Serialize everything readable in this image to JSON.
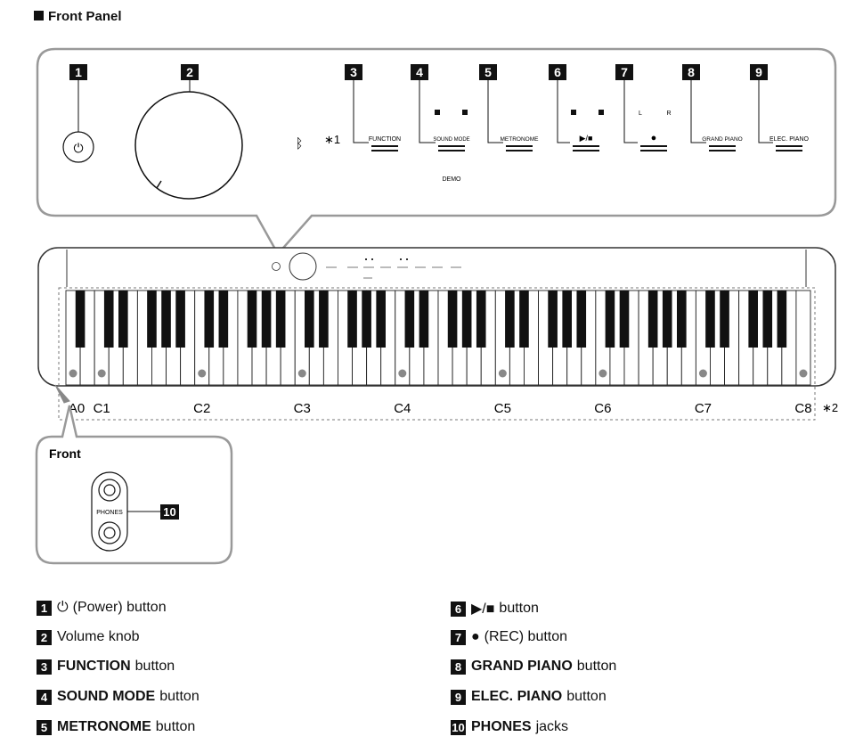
{
  "title": "Front Panel",
  "panel": {
    "callout_numbers": [
      "1",
      "2",
      "3",
      "4",
      "5",
      "6",
      "7",
      "8",
      "9"
    ],
    "button_labels": {
      "function": "FUNCTION",
      "sound_mode": "SOUND MODE",
      "metronome": "METRONOME",
      "play_stop": "▶/■",
      "rec": "●",
      "grand_piano": "GRAND PIANO",
      "elec_piano": "ELEC. PIANO"
    },
    "demo": "DEMO",
    "lr": [
      "L",
      "R"
    ],
    "note1": "∗1",
    "power_symbol": "⏻"
  },
  "keyboard": {
    "note_labels": [
      "A0",
      "C1",
      "C2",
      "C3",
      "C4",
      "C5",
      "C6",
      "C7",
      "C8"
    ],
    "note2": "∗2"
  },
  "front": {
    "title": "Front",
    "jack_label": "PHONES",
    "callout": "10"
  },
  "legend": [
    {
      "num": "1",
      "pre": "⏻",
      "bold": "",
      "text": "(Power) button"
    },
    {
      "num": "2",
      "pre": "",
      "bold": "",
      "text": "Volume knob"
    },
    {
      "num": "3",
      "pre": "",
      "bold": "FUNCTION",
      "text": "button"
    },
    {
      "num": "4",
      "pre": "",
      "bold": "SOUND MODE",
      "text": "button"
    },
    {
      "num": "5",
      "pre": "",
      "bold": "METRONOME",
      "text": "button"
    },
    {
      "num": "6",
      "pre": "▶/■",
      "bold": "",
      "text": "button"
    },
    {
      "num": "7",
      "pre": "●",
      "bold": "",
      "text": "(REC) button"
    },
    {
      "num": "8",
      "pre": "",
      "bold": "GRAND PIANO",
      "text": "button"
    },
    {
      "num": "9",
      "pre": "",
      "bold": "ELEC. PIANO",
      "text": "button"
    },
    {
      "num": "10",
      "pre": "",
      "bold": "PHONES",
      "text": "jacks"
    }
  ]
}
